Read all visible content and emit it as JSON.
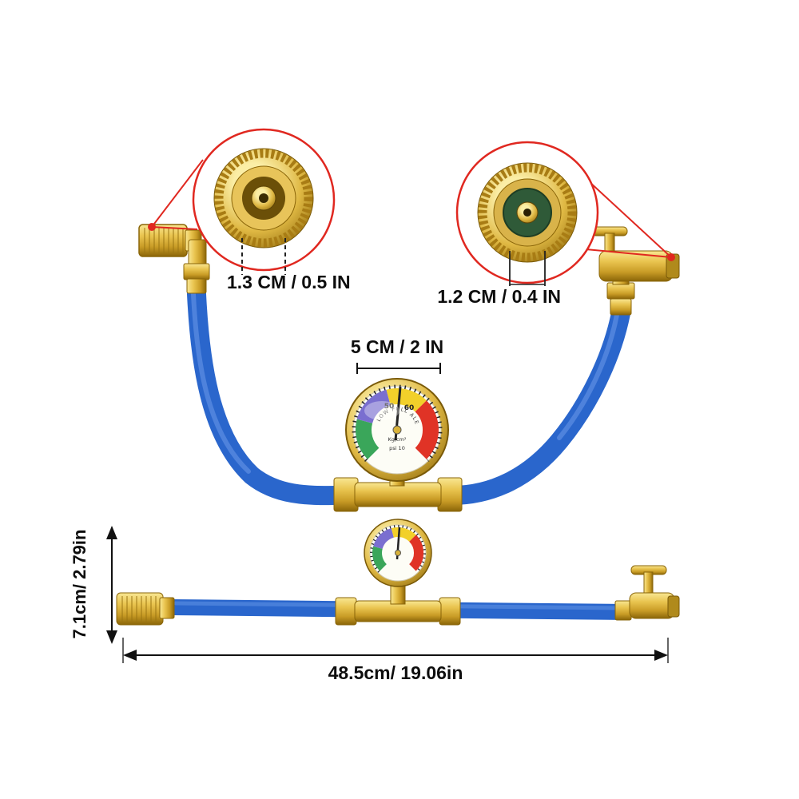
{
  "palette": {
    "hose_blue": "#2a66cc",
    "hose_highlight": "#5e8fe2",
    "brass_gold": "#d4a72c",
    "accent_red": "#e02820",
    "text": "#0d0d0d"
  },
  "callouts": {
    "left_label": "1.3 CM / 0.5 IN",
    "right_label": "1.2 CM / 0.4 IN"
  },
  "gauge_width_label": "5 CM / 2 IN",
  "dimensions": {
    "height": "7.1cm/ 2.79in",
    "length": "48.5cm/ 19.06in"
  },
  "gauge_face": {
    "arc_text": "LOW FULL ALERT",
    "num_50": "50",
    "num_60": "60",
    "unit_kg": "Kg/cm²",
    "unit_psi": "psi 10"
  }
}
